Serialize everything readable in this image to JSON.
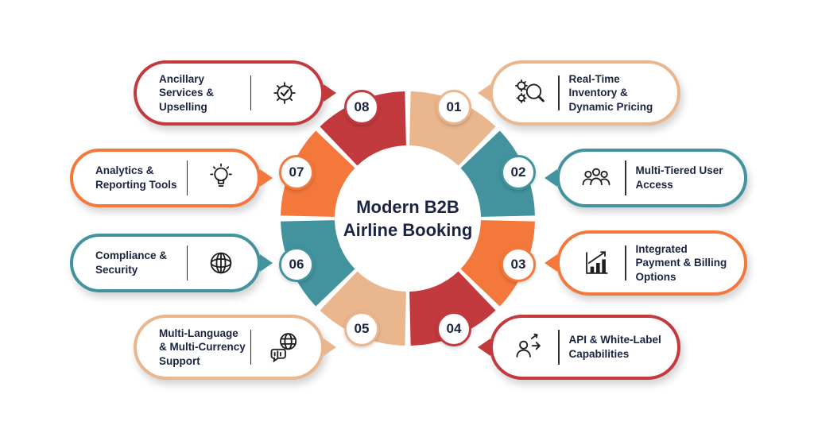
{
  "center": {
    "line1": "Modern B2B",
    "line2": "Airline Booking"
  },
  "colors": {
    "red": "#C23A3E",
    "orange": "#F4783C",
    "teal": "#42939E",
    "tan": "#EAB68E",
    "text": "#1B2440",
    "icon": "#1F1F1F"
  },
  "steps": [
    {
      "number": "01",
      "label": "Real-Time Inventory & Dynamic Pricing",
      "color": "tan",
      "side": "right",
      "icon": "search-gears-icon"
    },
    {
      "number": "02",
      "label": "Multi-Tiered User Access",
      "color": "teal",
      "side": "right",
      "icon": "users-icon"
    },
    {
      "number": "03",
      "label": "Integrated Payment & Billing Options",
      "color": "orange",
      "side": "right",
      "icon": "chart-growth-icon"
    },
    {
      "number": "04",
      "label": "API & White-Label Capabilities",
      "color": "red",
      "side": "right",
      "icon": "people-share-icon"
    },
    {
      "number": "05",
      "label": "Multi-Language & Multi-Currency Support",
      "color": "tan",
      "side": "left",
      "icon": "globe-chat-icon"
    },
    {
      "number": "06",
      "label": "Compliance & Security",
      "color": "teal",
      "side": "left",
      "icon": "globe-icon"
    },
    {
      "number": "07",
      "label": "Analytics & Reporting Tools",
      "color": "orange",
      "side": "left",
      "icon": "lightbulb-icon"
    },
    {
      "number": "08",
      "label": "Ancillary Services & Upselling",
      "color": "red",
      "side": "left",
      "icon": "gear-check-icon"
    }
  ],
  "donut": {
    "segments": [
      {
        "number": "01",
        "color": "tan",
        "start": 0,
        "end": 45
      },
      {
        "number": "02",
        "color": "teal",
        "start": 45,
        "end": 90
      },
      {
        "number": "03",
        "color": "orange",
        "start": 90,
        "end": 135
      },
      {
        "number": "04",
        "color": "red",
        "start": 135,
        "end": 180
      },
      {
        "number": "05",
        "color": "tan",
        "start": 180,
        "end": 225
      },
      {
        "number": "06",
        "color": "teal",
        "start": 225,
        "end": 270
      },
      {
        "number": "07",
        "color": "orange",
        "start": 270,
        "end": 315
      },
      {
        "number": "08",
        "color": "red",
        "start": 315,
        "end": 360
      }
    ]
  }
}
